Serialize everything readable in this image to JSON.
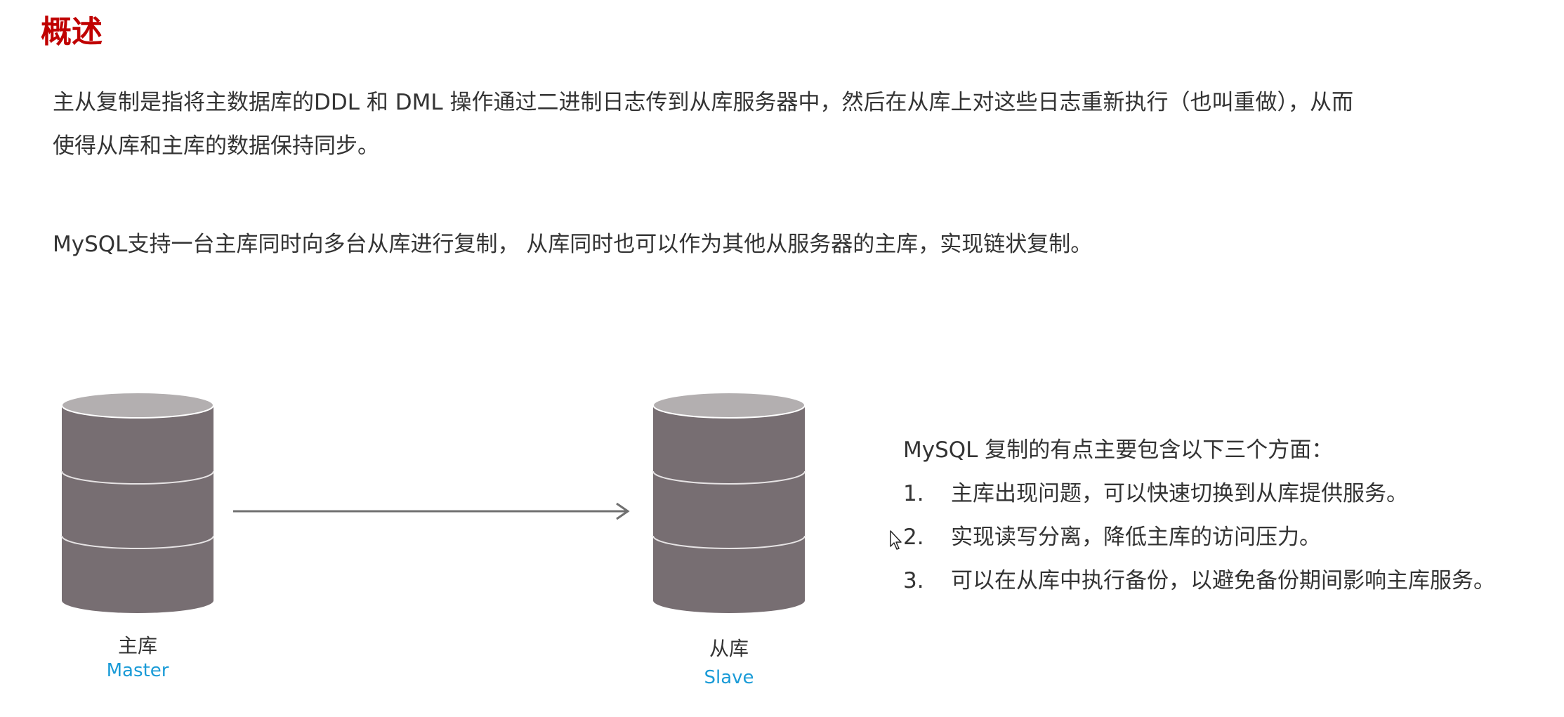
{
  "title": "概述",
  "paragraphs": {
    "p1_line1": "主从复制是指将主数据库的DDL 和 DML 操作通过二进制日志传到从库服务器中，然后在从库上对这些日志重新执行（也叫重做），从而",
    "p1_line2": "使得从库和主库的数据保持同步。",
    "p2": "MySQL支持一台主库同时向多台从库进行复制， 从库同时也可以作为其他从服务器的主库，实现链状复制。"
  },
  "diagram": {
    "master": {
      "label_cn": "主库",
      "label_en": "Master"
    },
    "slave": {
      "label_cn": "从库",
      "label_en": "Slave"
    },
    "arrow_icon": "right-arrow",
    "db_icon": "database-cylinder-icon"
  },
  "advantages": {
    "title": "MySQL 复制的有点主要包含以下三个方面：",
    "items": [
      {
        "num": "1.",
        "text": "主库出现问题，可以快速切换到从库提供服务。"
      },
      {
        "num": "2.",
        "text": "实现读写分离，降低主库的访问压力。"
      },
      {
        "num": "3.",
        "text": "可以在从库中执行备份，以避免备份期间影响主库服务。"
      }
    ]
  },
  "colors": {
    "title": "#c00000",
    "db_body": "#776e72",
    "db_top": "#b3afb0",
    "label_en": "#1a9bd7",
    "arrow": "#707070"
  }
}
